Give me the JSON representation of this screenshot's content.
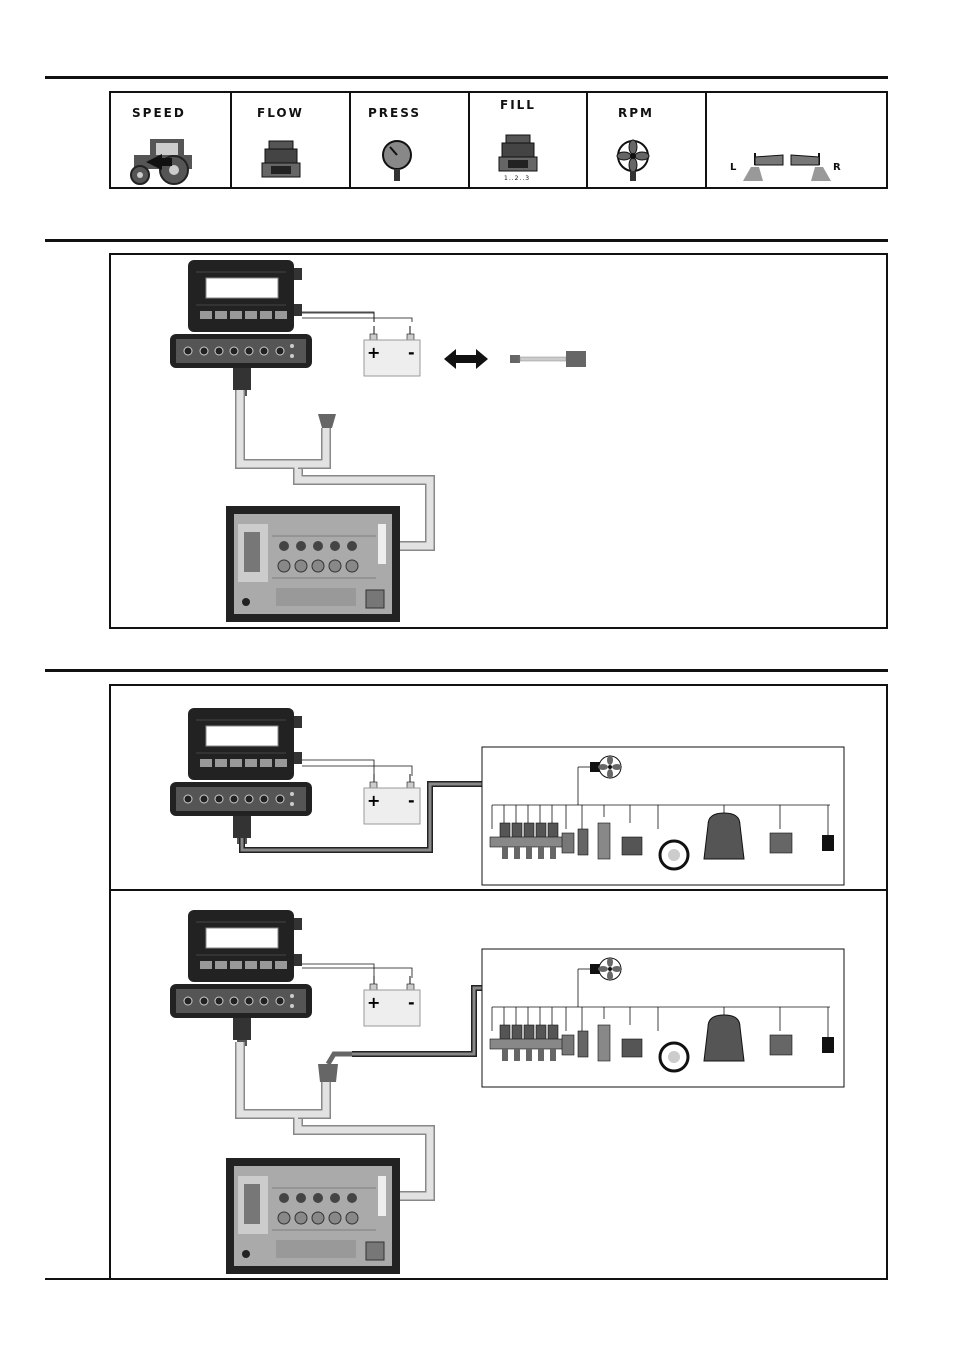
{
  "sensors": [
    {
      "label": "SPEED",
      "icon": "tractor-icon"
    },
    {
      "label": "FLOW",
      "icon": "flow-meter-icon"
    },
    {
      "label": "PRESS",
      "icon": "pressure-gauge-icon"
    },
    {
      "label": "FILL",
      "icon": "fill-meter-icon",
      "sub": "1..2..3"
    },
    {
      "label": "RPM",
      "icon": "fan-icon"
    },
    {
      "label": "",
      "icon": "boom-sections-icon",
      "left": "L",
      "right": "R"
    }
  ],
  "battery": {
    "plus": "+",
    "minus": "-"
  },
  "colors": {
    "line": "#111111",
    "cable_light": "#d8d8d8",
    "cable_dark": "#707070",
    "device": "#222222"
  }
}
